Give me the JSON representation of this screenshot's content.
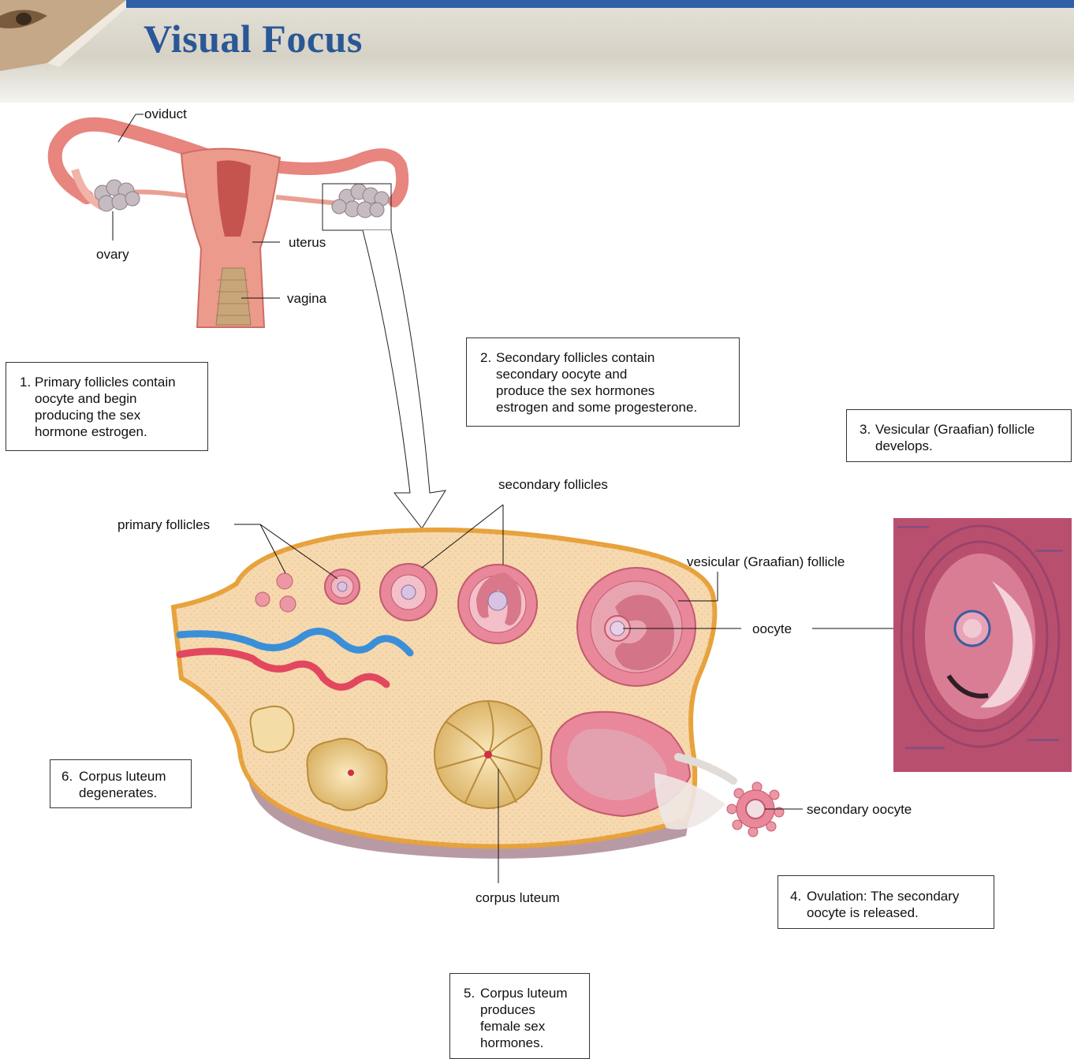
{
  "header": {
    "title": "Visual Focus"
  },
  "labels": {
    "oviduct": "oviduct",
    "ovary": "ovary",
    "uterus": "uterus",
    "vagina": "vagina",
    "primary_follicles": "primary follicles",
    "secondary_follicles": "secondary follicles",
    "vesicular_follicle": "vesicular (Graafian) follicle",
    "oocyte": "oocyte",
    "secondary_oocyte": "secondary oocyte",
    "corpus_luteum": "corpus luteum"
  },
  "steps": [
    {
      "num": "1.",
      "text": "Primary follicles contain\noocyte and begin\nproducing the sex\nhormone estrogen."
    },
    {
      "num": "2.",
      "text": "Secondary follicles contain\nsecondary oocyte and\nproduce the sex hormones\nestrogen and some progesterone."
    },
    {
      "num": "3.",
      "text": "Vesicular (Graafian) follicle\ndevelops."
    },
    {
      "num": "4.",
      "text": "Ovulation: The secondary\noocyte is released."
    },
    {
      "num": "5.",
      "text": "Corpus luteum\nproduces\nfemale sex\nhormones."
    },
    {
      "num": "6.",
      "text": "Corpus luteum\ndegenerates."
    }
  ],
  "colors": {
    "banner_blue": "#2f5fa8",
    "ovary_fill": "#f6d9ae",
    "ovary_rim": "#e7a23c",
    "follicle_pink": "#e8889a",
    "artery": "#e2475f",
    "vein": "#3b8fd8",
    "corpus_luteum": "#efd08a"
  },
  "icons": [
    "eye-logo"
  ]
}
